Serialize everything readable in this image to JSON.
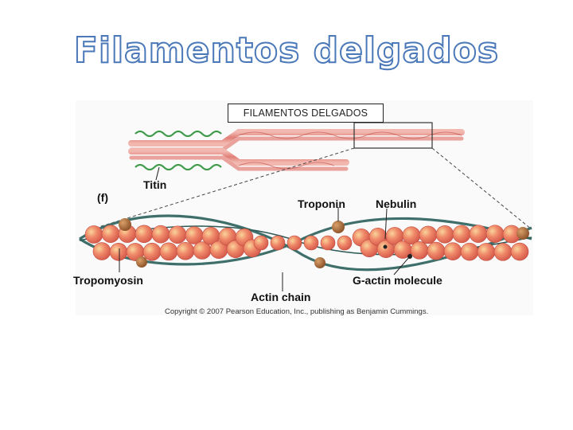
{
  "title": "Filamentos delgados",
  "figure": {
    "box_label": "FILAMENTOS DELGADOS",
    "panel_letter": "(f)",
    "labels": {
      "titin": "Titin",
      "troponin": "Troponin",
      "nebulin": "Nebulin",
      "tropomyosin": "Tropomyosin",
      "g_actin": "G-actin molecule",
      "actin_chain": "Actin chain"
    },
    "copyright": "Copyright © 2007 Pearson Education, Inc., publishing as Benjamin Cummings."
  },
  "colors": {
    "title_outline": "#4a78b8",
    "actin_fill": "#e8705f",
    "actin_highlight": "#f7c98a",
    "tropomyosin_strand": "#3f6f6a",
    "troponin": "#a8673a",
    "titin": "#3f9a4a",
    "filament_pink": "#e49a94"
  }
}
